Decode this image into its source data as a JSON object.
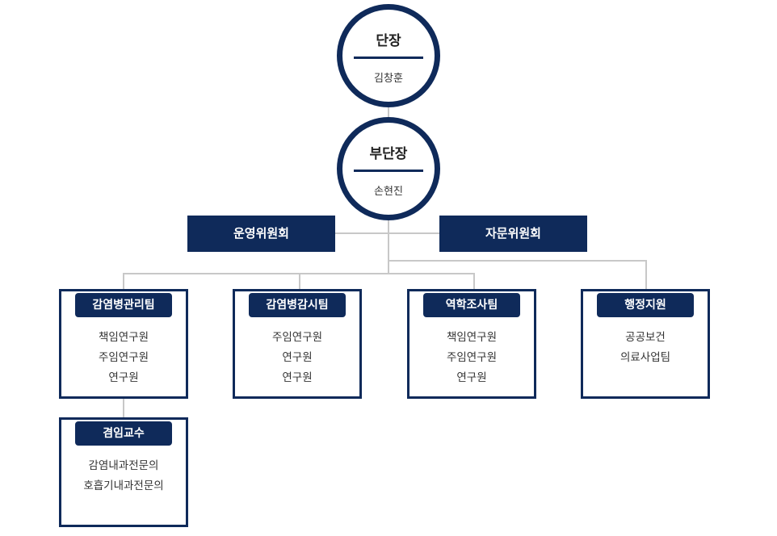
{
  "head": {
    "title": "단장",
    "name": "김창훈"
  },
  "deputy": {
    "title": "부단장",
    "name": "손현진"
  },
  "committees": {
    "left": "운영위원회",
    "right": "자문위원회"
  },
  "teams": [
    {
      "title": "감염병관리팀",
      "members": [
        "책임연구원",
        "주임연구원",
        "연구원"
      ]
    },
    {
      "title": "감염병감시팀",
      "members": [
        "주임연구원",
        "연구원",
        "연구원"
      ]
    },
    {
      "title": "역학조사팀",
      "members": [
        "책임연구원",
        "주임연구원",
        "연구원"
      ]
    },
    {
      "title": "행정지원",
      "members": [
        "공공보건",
        "의료사업팀"
      ]
    }
  ],
  "adjunct": {
    "title": "겸임교수",
    "members": [
      "감염내과전문의",
      "호흡기내과전문의"
    ]
  },
  "colors": {
    "navy": "#0f2a5a",
    "connector": "#c8c8c8"
  }
}
